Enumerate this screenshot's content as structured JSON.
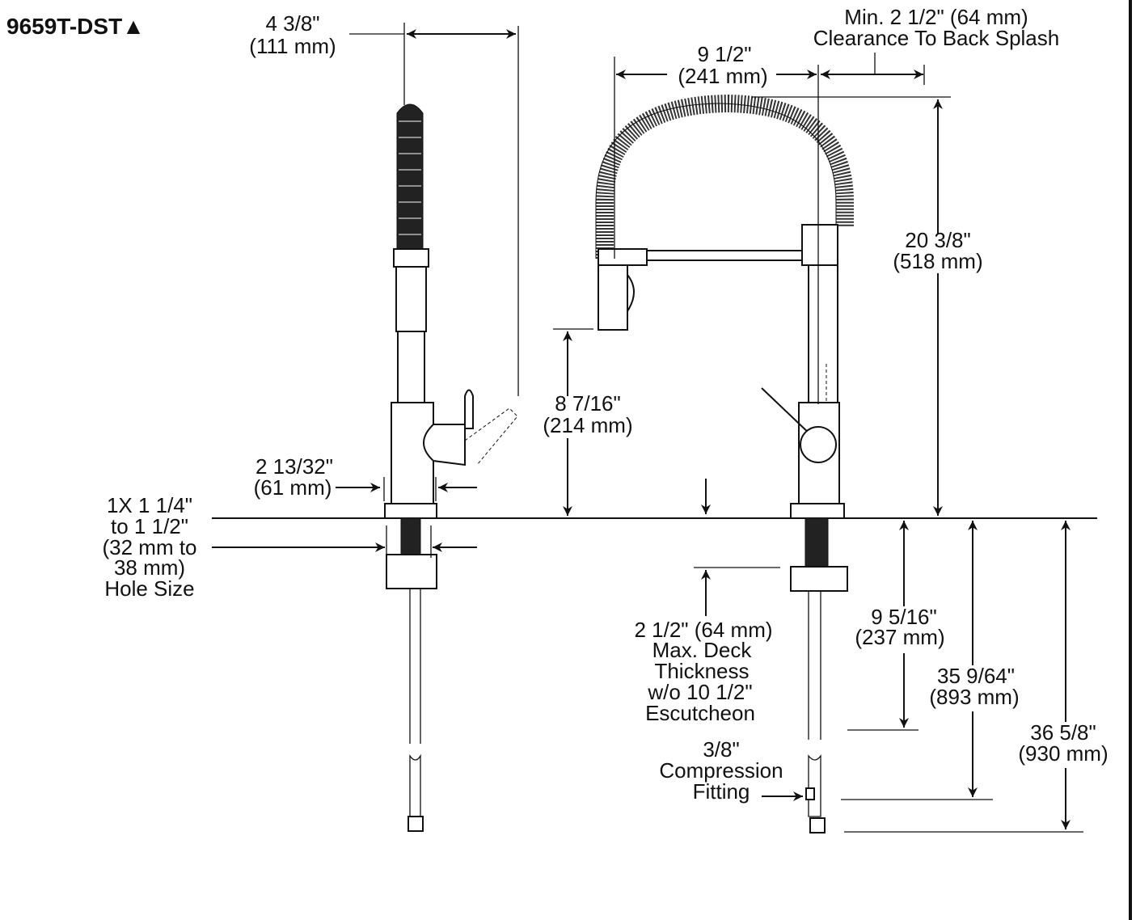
{
  "title": "9659T-DST▲",
  "dimensions": {
    "spout_reach_side": [
      "4 3/8\"",
      "(111 mm)"
    ],
    "spout_reach": [
      "9 1/2\"",
      "(241 mm)"
    ],
    "backsplash": [
      "Min. 2 1/2\" (64 mm)",
      "Clearance To Back Splash"
    ],
    "overall_height": [
      "20 3/8\"",
      "(518 mm)"
    ],
    "spout_clearance": [
      "8 7/16\"",
      "(214 mm)"
    ],
    "base_width": [
      "2 13/32\"",
      "(61 mm)"
    ],
    "hole_size": [
      "1X 1 1/4\"",
      "to 1 1/2\"",
      "(32 mm to",
      "38 mm)",
      "Hole Size"
    ],
    "deck_thickness": [
      "2 1/2\" (64 mm)",
      "Max. Deck",
      "Thickness",
      "w/o 10 1/2\"",
      "Escutcheon"
    ],
    "shank_length": [
      "9 5/16\"",
      "(237 mm)"
    ],
    "fitting_length": [
      "35 9/64\"",
      "(893 mm)"
    ],
    "total_below": [
      "36 5/8\"",
      "(930 mm)"
    ],
    "compression": [
      "3/8\"",
      "Compression",
      "Fitting"
    ]
  }
}
